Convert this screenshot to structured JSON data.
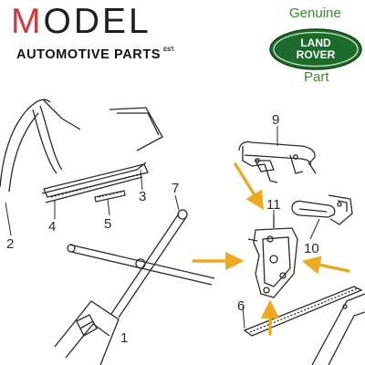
{
  "brand": {
    "first_letter": "M",
    "rest": "ODEL",
    "tagline": "AUTOMOTIVE PARTS",
    "tagline_suffix": "EST."
  },
  "badge": {
    "top": "Genuine",
    "logo_line1": "LAND",
    "logo_line2": "ROVER",
    "bottom": "Part"
  },
  "colors": {
    "brand_red": "#d8363b",
    "brand_text": "#1f1f1f",
    "land_rover_green": "#1d6b2a",
    "badge_text_green": "#3b8a31",
    "arrow_orange": "#f0a81c",
    "line_art": "#2a2a2a"
  },
  "callouts": [
    "1",
    "2",
    "3",
    "4",
    "5",
    "6",
    "7",
    "9",
    "10",
    "11"
  ]
}
